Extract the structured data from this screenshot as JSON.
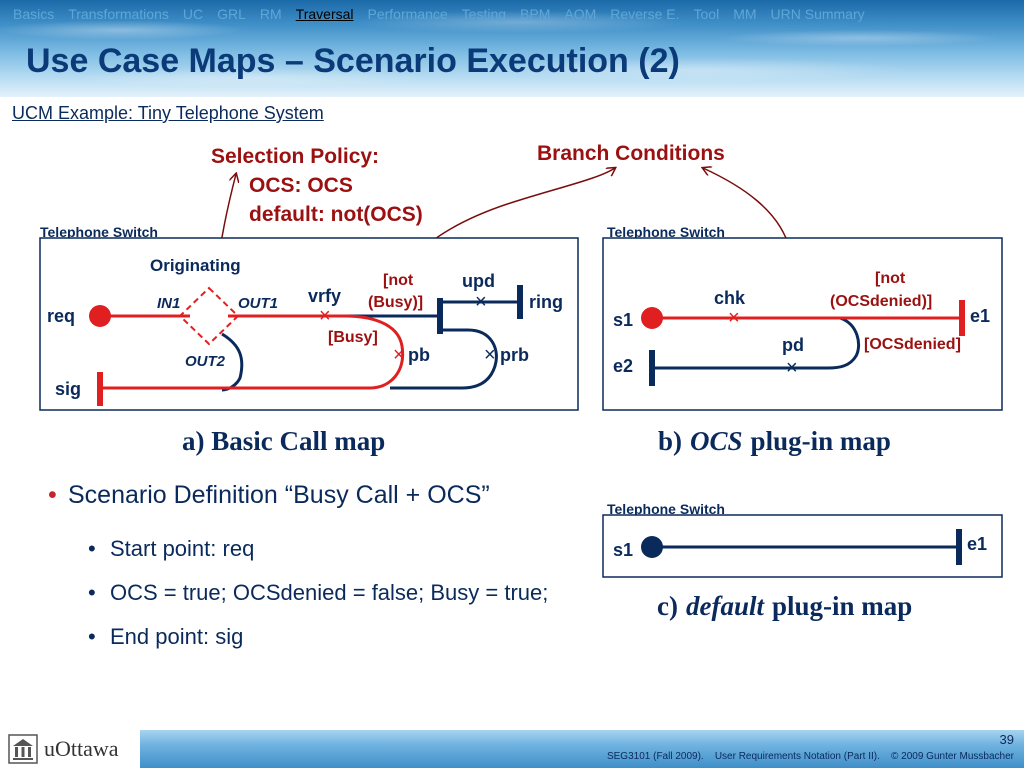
{
  "nav": {
    "tabs": [
      "Basics",
      "Transformations",
      "UC",
      "GRL",
      "RM",
      "Traversal",
      "Performance",
      "Testing",
      "BPM",
      "AOM",
      "Reverse E.",
      "Tool",
      "MM",
      "URN Summary"
    ],
    "active": "Traversal"
  },
  "slide": {
    "title": "Use Case Maps – Scenario Execution (2)",
    "subtitle": "UCM Example: Tiny Telephone System"
  },
  "annotations": {
    "selection_policy_line1": "Selection Policy:",
    "selection_policy_line2": "OCS: OCS",
    "selection_policy_line3": "default: not(OCS)",
    "branch_conditions": "Branch Conditions"
  },
  "map_a": {
    "component_label": "Telephone Switch",
    "stub_label": "Originating",
    "labels": {
      "req": "req",
      "sig": "sig",
      "in1": "IN1",
      "out1": "OUT1",
      "out2": "OUT2",
      "vrfy": "vrfy",
      "not_busy_1": "[not",
      "not_busy_2": "(Busy)]",
      "busy": "[Busy]",
      "upd": "upd",
      "ring": "ring",
      "pb": "pb",
      "prb": "prb"
    },
    "caption": "a) Basic Call map"
  },
  "map_b": {
    "component_label": "Telephone Switch",
    "labels": {
      "s1": "s1",
      "e1": "e1",
      "e2": "e2",
      "chk": "chk",
      "pd": "pd",
      "not_denied_1": "[not",
      "not_denied_2": "(OCSdenied)]",
      "denied": "[OCSdenied]"
    },
    "caption_prefix": "b)",
    "caption_italic": "OCS",
    "caption_suffix": "plug-in map"
  },
  "map_c": {
    "component_label": "Telephone Switch",
    "labels": {
      "s1": "s1",
      "e1": "e1"
    },
    "caption_prefix": "c)",
    "caption_italic": "default",
    "caption_suffix": "plug-in map"
  },
  "bullets": {
    "main": "Scenario Definition “Busy Call + OCS”",
    "items": [
      "Start point: req",
      "OCS = true; OCSdenied = false; Busy = true;",
      "End point: sig"
    ]
  },
  "footer": {
    "logo_text": "uOttawa",
    "page_number": "39",
    "course": "SEG3101 (Fall 2009).",
    "lecture": "User Requirements Notation (Part II).",
    "copyright": "© 2009 Gunter Mussbacher"
  },
  "colors": {
    "red_path": "#e02020",
    "navy_path": "#0b2a5c",
    "annotation_red": "#9b1010",
    "title_blue": "#0b3a78"
  }
}
